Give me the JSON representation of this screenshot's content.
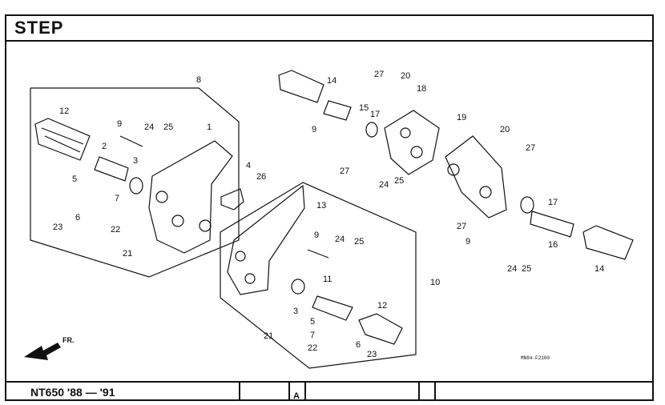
{
  "header": {
    "title": "STEP"
  },
  "footer": {
    "model": "NT650 '88 — '91",
    "cell_a": "A"
  },
  "diagram": {
    "code": "MN84-F2100",
    "front_arrow_label": "FR.",
    "callouts": {
      "c8": "8",
      "c1": "1",
      "c12a": "12",
      "c9a": "9",
      "c24a": "24",
      "c25a": "25",
      "c2": "2",
      "c3a": "3",
      "c5a": "5",
      "c7a": "7",
      "c6a": "6",
      "c23a": "23",
      "c22a": "22",
      "c21a": "21",
      "c4": "4",
      "c26": "26",
      "c13": "13",
      "c14a": "14",
      "c15": "15",
      "c27a": "27",
      "c20a": "20",
      "c18": "18",
      "c17a": "17",
      "c9b": "9",
      "c27b": "27",
      "c24b": "24",
      "c25b": "25",
      "c19": "19",
      "c20b": "20",
      "c27c": "27",
      "c17b": "17",
      "c27d": "27",
      "c9c": "9",
      "c16": "16",
      "c14b": "14",
      "c24c": "24",
      "c25c": "25",
      "c9d": "9",
      "c24d": "24",
      "c25d": "25",
      "c10": "10",
      "c11": "11",
      "c3b": "3",
      "c12b": "12",
      "c5b": "5",
      "c7b": "7",
      "c6b": "6",
      "c22b": "22",
      "c23b": "23",
      "c21b": "21"
    }
  }
}
